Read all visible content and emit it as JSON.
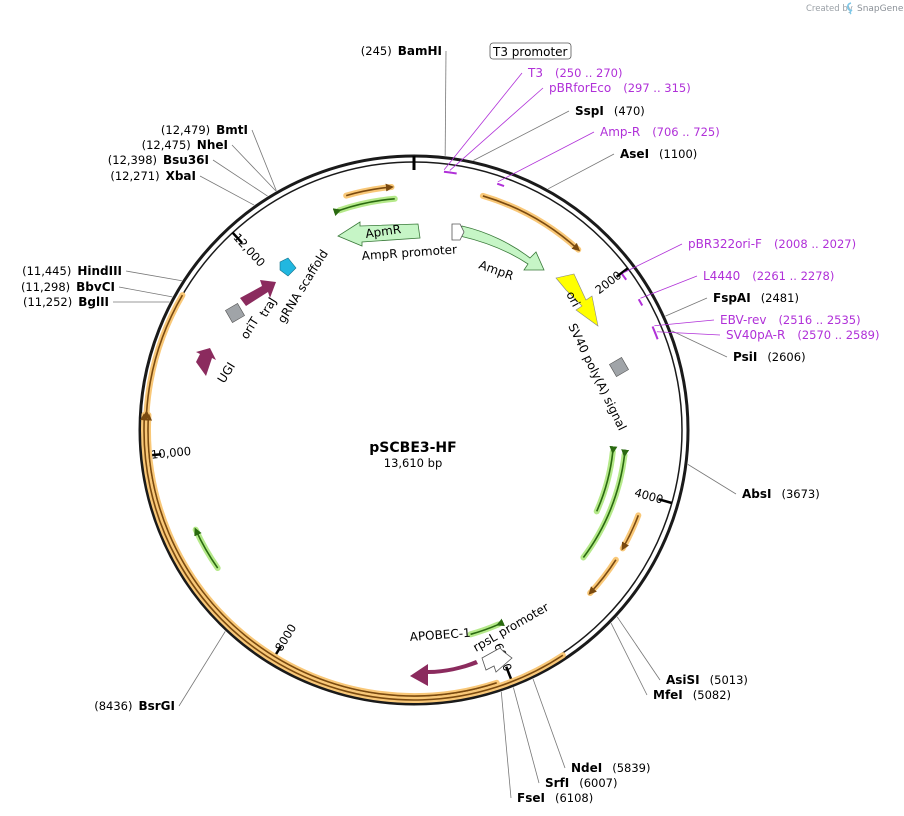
{
  "credit": {
    "prefix": "Created by",
    "brand": "SnapGene",
    "logo_icon": "snapgene-logo-icon"
  },
  "plasmid": {
    "name": "pSCBE3-HF",
    "length_text": "13,610 bp",
    "length": 13610
  },
  "ticks": [
    2000,
    4000,
    6000,
    8000,
    10000,
    12000
  ],
  "tick_labels": [
    "2000",
    "4000",
    "6000",
    "8000",
    "10,000",
    "12,000"
  ],
  "enzymes": [
    {
      "name": "BamHI",
      "pos": 245,
      "pos_text": "(245)"
    },
    {
      "name": "SspI",
      "pos": 470,
      "pos_text": "(470)"
    },
    {
      "name": "AseI",
      "pos": 1100,
      "pos_text": "(1100)"
    },
    {
      "name": "FspAI",
      "pos": 2481,
      "pos_text": "(2481)"
    },
    {
      "name": "PsiI",
      "pos": 2606,
      "pos_text": "(2606)"
    },
    {
      "name": "AbsI",
      "pos": 3673,
      "pos_text": "(3673)"
    },
    {
      "name": "AsiSI",
      "pos": 5013,
      "pos_text": "(5013)"
    },
    {
      "name": "MfeI",
      "pos": 5082,
      "pos_text": "(5082)"
    },
    {
      "name": "NdeI",
      "pos": 5839,
      "pos_text": "(5839)"
    },
    {
      "name": "SrfI",
      "pos": 6007,
      "pos_text": "(6007)"
    },
    {
      "name": "FseI",
      "pos": 6108,
      "pos_text": "(6108)"
    },
    {
      "name": "BsrGI",
      "pos": 8436,
      "pos_text": "(8436)"
    },
    {
      "name": "BglII",
      "pos": 11252,
      "pos_text": "(11,252)"
    },
    {
      "name": "BbvCI",
      "pos": 11298,
      "pos_text": "(11,298)"
    },
    {
      "name": "HindIII",
      "pos": 11445,
      "pos_text": "(11,445)"
    },
    {
      "name": "XbaI",
      "pos": 12271,
      "pos_text": "(12,271)"
    },
    {
      "name": "Bsu36I",
      "pos": 12398,
      "pos_text": "(12,398)"
    },
    {
      "name": "NheI",
      "pos": 12475,
      "pos_text": "(12,475)"
    },
    {
      "name": "BmtI",
      "pos": 12479,
      "pos_text": "(12,479)"
    }
  ],
  "primers": [
    {
      "name": "T3",
      "range_text": "(250 .. 270)",
      "start": 250
    },
    {
      "name": "pBRforEco",
      "range_text": "(297 .. 315)",
      "start": 297
    },
    {
      "name": "Amp-R",
      "range_text": "(706 .. 725)",
      "start": 706
    },
    {
      "name": "pBR322ori-F",
      "range_text": "(2008 .. 2027)",
      "start": 2008
    },
    {
      "name": "L4440",
      "range_text": "(2261 .. 2278)",
      "start": 2261
    },
    {
      "name": "EBV-rev",
      "range_text": "(2516 .. 2535)",
      "start": 2516
    },
    {
      "name": "SV40pA-R",
      "range_text": "(2570 .. 2589)",
      "start": 2570
    }
  ],
  "features": {
    "t3_promoter": "T3 promoter",
    "ampr": "AmpR",
    "ampr_promoter": "AmpR promoter",
    "apmr": "ApmR",
    "ori": "ori",
    "sv40": "SV40 poly(A) signal",
    "orit": "oriT",
    "traj": "traJ",
    "grna": "gRNA scaffold",
    "ugi": "UGI",
    "apobec": "APOBEC-1",
    "rpsl": "rpsL promoter"
  },
  "colors": {
    "backbone": "#1a1a1a",
    "orf_orange": "#f5a623",
    "orf_green": "#7ed321",
    "primer": "#b030d8",
    "ampr_fill": "#c6f5c6",
    "ori_fill": "#ffff00",
    "feature_maroon": "#8b2b5e",
    "grna_fill": "#21b7e0",
    "gray_box": "#a0a4a8"
  }
}
